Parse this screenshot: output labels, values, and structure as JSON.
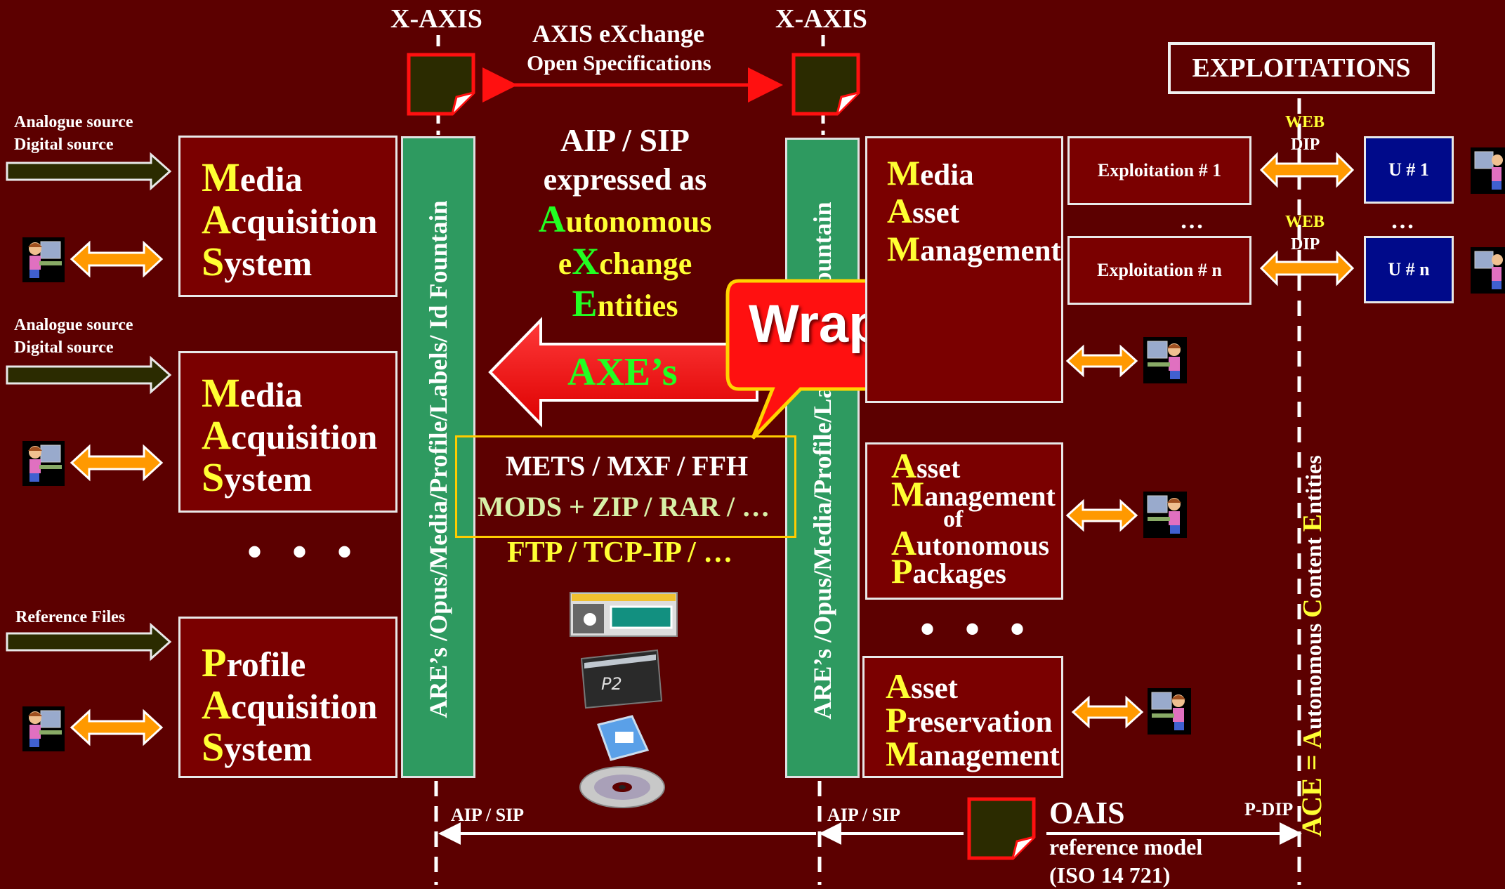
{
  "axes": {
    "left_label": "X-AXIS",
    "right_label": "X-AXIS",
    "exchange_title": "AXIS eXchange",
    "exchange_subtitle": "Open Specifications"
  },
  "exploitations_title": "EXPLOITATIONS",
  "sources": [
    {
      "line1": "Analogue source",
      "line2": "Digital source"
    },
    {
      "line1": "Analogue source",
      "line2": "Digital source"
    },
    {
      "line1": "Reference Files",
      "line2": ""
    }
  ],
  "left_systems": [
    {
      "l1a": "M",
      "l1b": "edia",
      "l2a": "A",
      "l2b": "cquisition",
      "l3a": "S",
      "l3b": "ystem"
    },
    {
      "l1a": "M",
      "l1b": "edia",
      "l2a": "A",
      "l2b": "cquisition",
      "l3a": "S",
      "l3b": "ystem"
    },
    {
      "l1a": "P",
      "l1b": "rofile",
      "l2a": "A",
      "l2b": "cquisition",
      "l3a": "S",
      "l3b": "ystem"
    }
  ],
  "ellipsis": "• • •",
  "left_bar": "ARE’s /Opus/Media/Profile/Labels/ Id Fountain",
  "right_bar": "ARE’s /Opus/Media/Profile/Labels/ Id Fountain",
  "center": {
    "aip_sip": "AIP / SIP",
    "expressed": "expressed as",
    "auto_a": "A",
    "auto_rest": "utonomous",
    "xch_e": "e",
    "xch_x": "X",
    "xch_rest": "change",
    "ent_e": "E",
    "ent_rest": "ntities",
    "axes_label": "AXE’s",
    "wrappers": "Wrappers",
    "formats1": "METS / MXF / FFH",
    "formats2": "MODS + ZIP / RAR / …",
    "formats3": "FTP / TCP-IP / …"
  },
  "right_systems": {
    "mam": {
      "l1a": "M",
      "l1b": "edia",
      "l2a": "A",
      "l2b": "sset",
      "l3a": "M",
      "l3b": "anagement"
    },
    "amap": {
      "l1a": "A",
      "l1b": "sset",
      "l2a": "M",
      "l2b": "anagement",
      "l3": "of",
      "l4a": "A",
      "l4b": "utonomous",
      "l5a": "P",
      "l5b": "ackages"
    },
    "apm": {
      "l1a": "A",
      "l1b": "sset",
      "l2a": "P",
      "l2b": "reservation",
      "l3a": "M",
      "l3b": "anagement"
    }
  },
  "exploitations": [
    "Exploitation # 1",
    "Exploitation # n"
  ],
  "users": [
    "U # 1",
    "U # n"
  ],
  "web_dip": {
    "web": "WEB",
    "dip": "DIP"
  },
  "exploit_ellipsis": "…",
  "ace": {
    "prefix": "ACE =",
    "a": "A",
    "a_rest": "utonomous ",
    "c": "C",
    "c_rest": "ontent ",
    "e": "E",
    "e_rest": "ntities"
  },
  "bottom": {
    "aip_left": "AIP / SIP",
    "aip_right": "AIP / SIP",
    "pdip": "P-DIP",
    "oais": "OAIS",
    "ref_model": "reference model",
    "iso": "(ISO 14 721)"
  },
  "colors": {
    "background": "#5c0000",
    "box": "#7a0000",
    "bar": "#2e9a60",
    "accent_yellow": "#ffff33",
    "accent_green": "#22ff22",
    "wrappers_red": "#ff1010",
    "user_blue": "#000a8a",
    "arrow_orange": "#ff9900"
  }
}
